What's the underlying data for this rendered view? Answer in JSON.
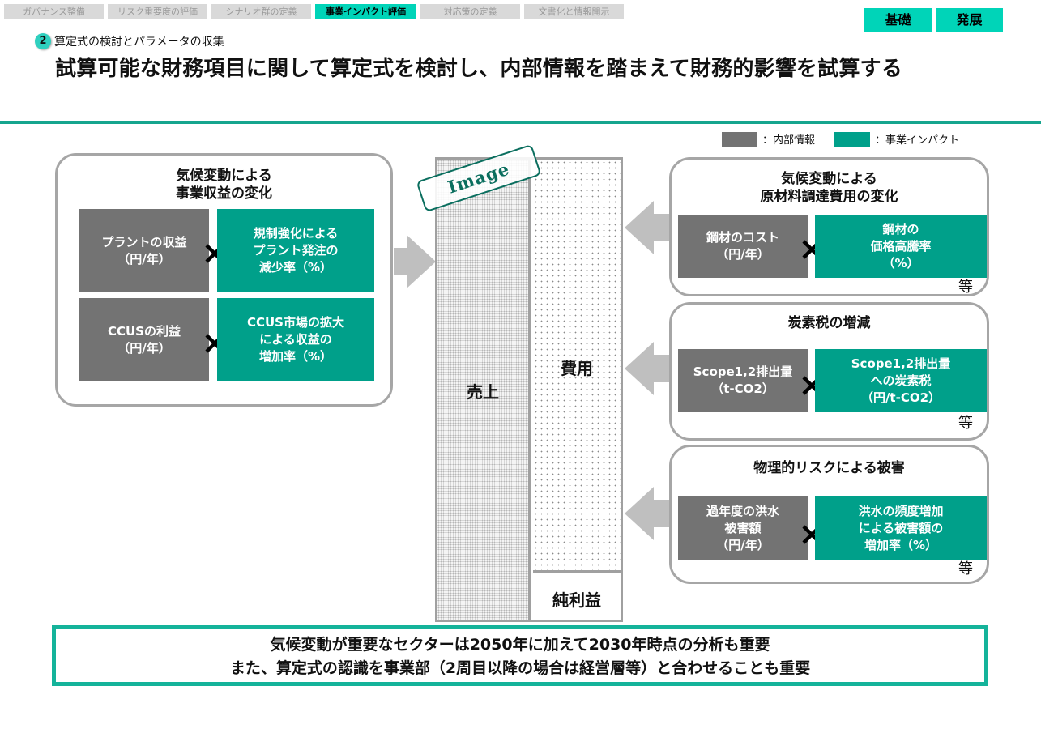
{
  "nav": {
    "tabs": [
      {
        "label": "ガバナンス整備",
        "active": false
      },
      {
        "label": "リスク重要度の評価",
        "active": false
      },
      {
        "label": "シナリオ群の定義",
        "active": false
      },
      {
        "label": "事業インパクト評価",
        "active": true
      },
      {
        "label": "対応策の定義",
        "active": false
      },
      {
        "label": "文書化と情報開示",
        "active": false
      }
    ],
    "levels": [
      {
        "label": "基礎"
      },
      {
        "label": "発展"
      }
    ]
  },
  "header": {
    "step_number": "2",
    "step_label": "算定式の検討とパラメータの収集",
    "title": "試算可能な財務項目に関して算定式を検討し、内部情報を踏まえて財務的影響を試算する"
  },
  "legend": [
    {
      "label": "：内部情報",
      "color": "#737373"
    },
    {
      "label": "：事業インパクト",
      "color": "#00a08a"
    }
  ],
  "colors": {
    "accent": "#00d4b8",
    "rule": "#15a58e",
    "internal": "#737373",
    "impact": "#00a08a",
    "panel_border": "#a6a6a6",
    "arrow": "#bfbfbf"
  },
  "left_panel": {
    "title": "気候変動による\n事業収益の変化",
    "rows": [
      {
        "internal": "プラントの収益\n（円/年）",
        "impact": "規制強化による\nプラント発注の\n減少率（%）"
      },
      {
        "internal": "CCUSの利益\n（円/年）",
        "impact": "CCUS市場の拡大\nによる収益の\n増加率（%）"
      }
    ]
  },
  "right_panels": [
    {
      "title": "気候変動による\n原材料調達費用の変化",
      "internal": "鋼材のコスト\n（円/年）",
      "impact": "鋼材の\n価格高騰率\n（%）",
      "etc": "等"
    },
    {
      "title": "炭素税の増減",
      "internal": "Scope1,2排出量\n（t-CO2）",
      "impact": "Scope1,2排出量\nへの炭素税\n（円/t-CO2）",
      "etc": "等"
    },
    {
      "title": "物理的リスクによる被害",
      "internal": "過年度の洪水\n被害額\n（円/年）",
      "impact": "洪水の頻度増加\nによる被害額の\n増加率（%）",
      "etc": "等"
    }
  ],
  "pl_block": {
    "stamp": "Image",
    "sales": "売上",
    "cost": "費用",
    "profit": "純利益"
  },
  "summary": {
    "line1": "気候変動が重要なセクターは2050年に加えて2030年時点の分析も重要",
    "line2": "また、算定式の認識を事業部（2周目以降の場合は経営層等）と合わせることも重要"
  }
}
